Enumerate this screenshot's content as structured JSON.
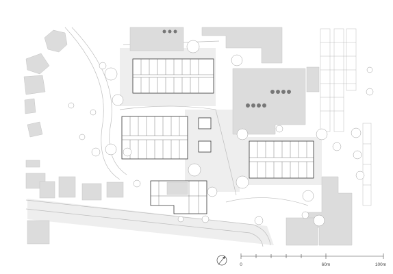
{
  "scale_bar": {
    "labels": [
      "0",
      "60m",
      "100m"
    ]
  },
  "north_arrow": {
    "icon": "north-arrow-icon"
  },
  "colors": {
    "neighbor_building": "#dcdcdc",
    "paving": "#eeeeee",
    "new_building_outline": "#333333",
    "tree_outline": "#9a9a9a"
  }
}
